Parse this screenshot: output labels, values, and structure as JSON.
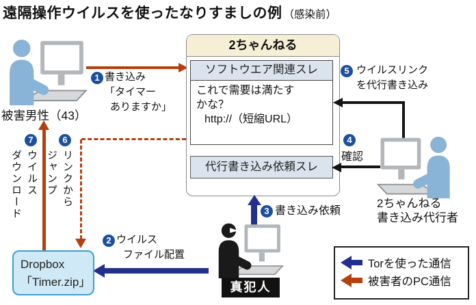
{
  "title": {
    "main": "遠隔操作ウイルスを使ったなりすましの例",
    "sub": "（感染前）"
  },
  "board": {
    "header": "2ちゃんねる",
    "software_thread": "ソフトウエア関連スレ",
    "post": {
      "line1": "これで需要は満たす",
      "line2": "かな？",
      "line3": "http://（短縮URL）"
    },
    "request_thread": "代行書き込み依頼スレ"
  },
  "actors": {
    "victim": "被害男性（43）",
    "agent": {
      "line1": "2ちゃんねる",
      "line2": "書き込み代行者"
    },
    "criminal": "真犯人"
  },
  "storage": {
    "line1": "Dropbox",
    "line2": "「Timer.zip」"
  },
  "steps": [
    {
      "num": "1",
      "lines": [
        "書き込み",
        "「タイマー",
        "ありますか」"
      ]
    },
    {
      "num": "2",
      "lines": [
        "ウイルス",
        "ファイル配置"
      ]
    },
    {
      "num": "3",
      "lines": [
        "書き込み依頼"
      ]
    },
    {
      "num": "4",
      "lines": [
        "確認"
      ]
    },
    {
      "num": "5",
      "lines": [
        "ウイルスリンク",
        "を代行書き込み"
      ]
    },
    {
      "num": "6",
      "lines": [
        "リンクから",
        "ジャンプ"
      ]
    },
    {
      "num": "7",
      "lines": [
        "ウイルス",
        "ダウンロード"
      ]
    }
  ],
  "legend": {
    "items": [
      {
        "label": "Torを使った通信",
        "color": "#22308c"
      },
      {
        "label": "被害者のPC通信",
        "color": "#b5400f"
      }
    ]
  },
  "colors": {
    "tor_communication": "#22308c",
    "victim_pc_communication": "#b5400f",
    "plain_arrow": "#141414",
    "step_badge": "#1c4f9e",
    "board_header_bg": "#f6efd6",
    "thread_bg": "#dbe4ee",
    "dropbox_bg": "#cfe9f6",
    "dropbox_border": "#3f9ec9",
    "person_blue": "#8ab3d8",
    "criminal_black": "#1a1a1a"
  }
}
